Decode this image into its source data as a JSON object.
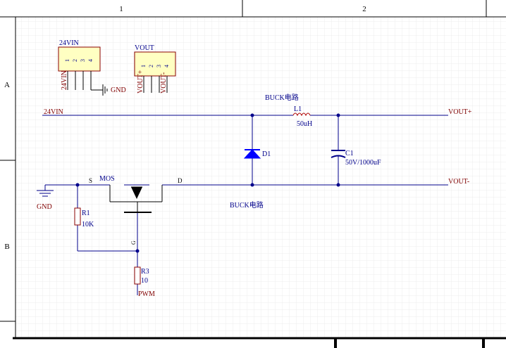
{
  "frame": {
    "col_labels": [
      "1",
      "2"
    ],
    "row_labels": [
      "A",
      "B"
    ]
  },
  "connectors": {
    "j1": {
      "title": "24VIN",
      "pins": [
        "1",
        "2",
        "3",
        "4"
      ],
      "pin1_label": "24VIN",
      "gnd_label": "GND"
    },
    "j2": {
      "title": "VOUT",
      "pins": [
        "1",
        "2",
        "3",
        "4"
      ],
      "pin1_label": "VOUT+",
      "pin4_label": "VOUT-"
    }
  },
  "nets": {
    "vin": "24VIN",
    "vout_pos": "VOUT+",
    "vout_neg": "VOUT-",
    "gnd": "GND",
    "pwm": "PWM"
  },
  "labels": {
    "buck_top": "BUCK电路",
    "buck_bottom": "BUCK电路"
  },
  "components": {
    "l1": {
      "ref": "L1",
      "value": "50uH"
    },
    "c1": {
      "ref": "C1",
      "value": "50V/1000uF"
    },
    "d1": {
      "ref": "D1"
    },
    "mos": {
      "ref": "MOS",
      "source": "S",
      "drain": "D",
      "gate": "G"
    },
    "r1": {
      "ref": "R1",
      "value": "10K"
    },
    "r3": {
      "ref": "R3",
      "value": "10"
    }
  },
  "colors": {
    "wire": "#00008b",
    "net_label": "#800000",
    "component_text": "#00008b",
    "diode_fill": "#0000ff",
    "grid": "#ececec",
    "border": "#000000"
  }
}
